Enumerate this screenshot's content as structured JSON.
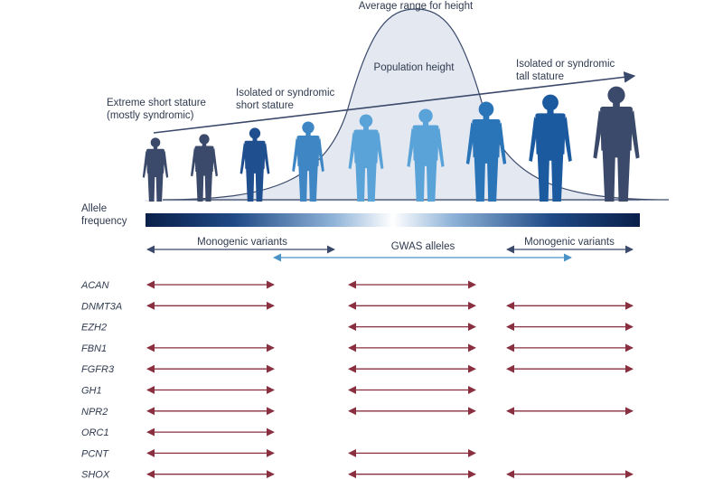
{
  "curve": {
    "title": "Average range for height",
    "population_label": "Population height"
  },
  "trend": {
    "extreme_short_1": "Extreme short stature",
    "extreme_short_2": "(mostly syndromic)",
    "isolated_short_1": "Isolated or syndromic",
    "isolated_short_2": "short stature",
    "isolated_tall_1": "Isolated or syndromic",
    "isolated_tall_2": "tall stature"
  },
  "allele": {
    "label_1": "Allele",
    "label_2": "frequency"
  },
  "ranges": {
    "monogenic_left": "Monogenic variants",
    "gwas": "GWAS alleles",
    "monogenic_right": "Monogenic variants"
  },
  "genes": [
    {
      "name": "ACAN",
      "short": true,
      "gwas": true,
      "tall": false
    },
    {
      "name": "DNMT3A",
      "short": true,
      "gwas": true,
      "tall": true
    },
    {
      "name": "EZH2",
      "short": false,
      "gwas": true,
      "tall": true
    },
    {
      "name": "FBN1",
      "short": true,
      "gwas": true,
      "tall": true
    },
    {
      "name": "FGFR3",
      "short": true,
      "gwas": true,
      "tall": true
    },
    {
      "name": "GH1",
      "short": true,
      "gwas": true,
      "tall": false
    },
    {
      "name": "NPR2",
      "short": true,
      "gwas": true,
      "tall": true
    },
    {
      "name": "ORC1",
      "short": true,
      "gwas": false,
      "tall": false
    },
    {
      "name": "PCNT",
      "short": true,
      "gwas": true,
      "tall": false
    },
    {
      "name": "SHOX",
      "short": true,
      "gwas": true,
      "tall": true
    }
  ],
  "figures": [
    {
      "color": "#3b4a6b"
    },
    {
      "color": "#3b4a6b"
    },
    {
      "color": "#1f4f8f"
    },
    {
      "color": "#3f86c4"
    },
    {
      "color": "#5aa3d8"
    },
    {
      "color": "#5aa3d8"
    },
    {
      "color": "#2a74b8"
    },
    {
      "color": "#1c5aa0"
    },
    {
      "color": "#3b4a6b"
    }
  ],
  "colors": {
    "dark_navy": "#3b4a6b",
    "arrow_red": "#8a2f3f",
    "gwas_blue": "#4a93c4",
    "curve_fill": "#e4e8f1"
  }
}
